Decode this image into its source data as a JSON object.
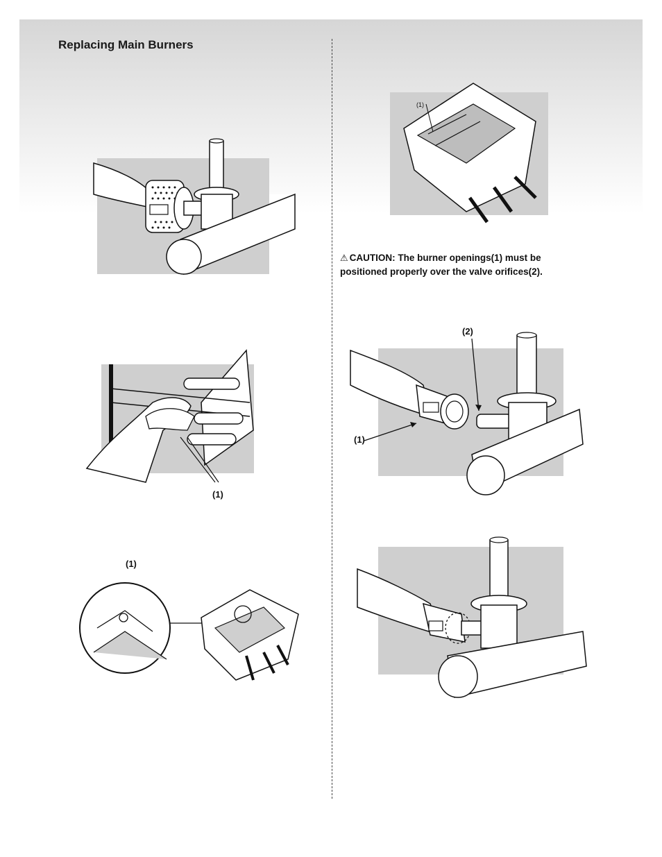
{
  "heading": "Replacing Main Burners",
  "caution": {
    "icon": "warning-triangle-icon",
    "text": "CAUTION: The burner openings(1) must be positioned properly over the valve orifices(2)."
  },
  "callouts": {
    "fig_hands": "(1)",
    "fig_box_detail": "(1)",
    "fig_box_top": "(1)",
    "fig_orifice_burner": "(1)",
    "fig_orifice_valve": "(2)"
  }
}
